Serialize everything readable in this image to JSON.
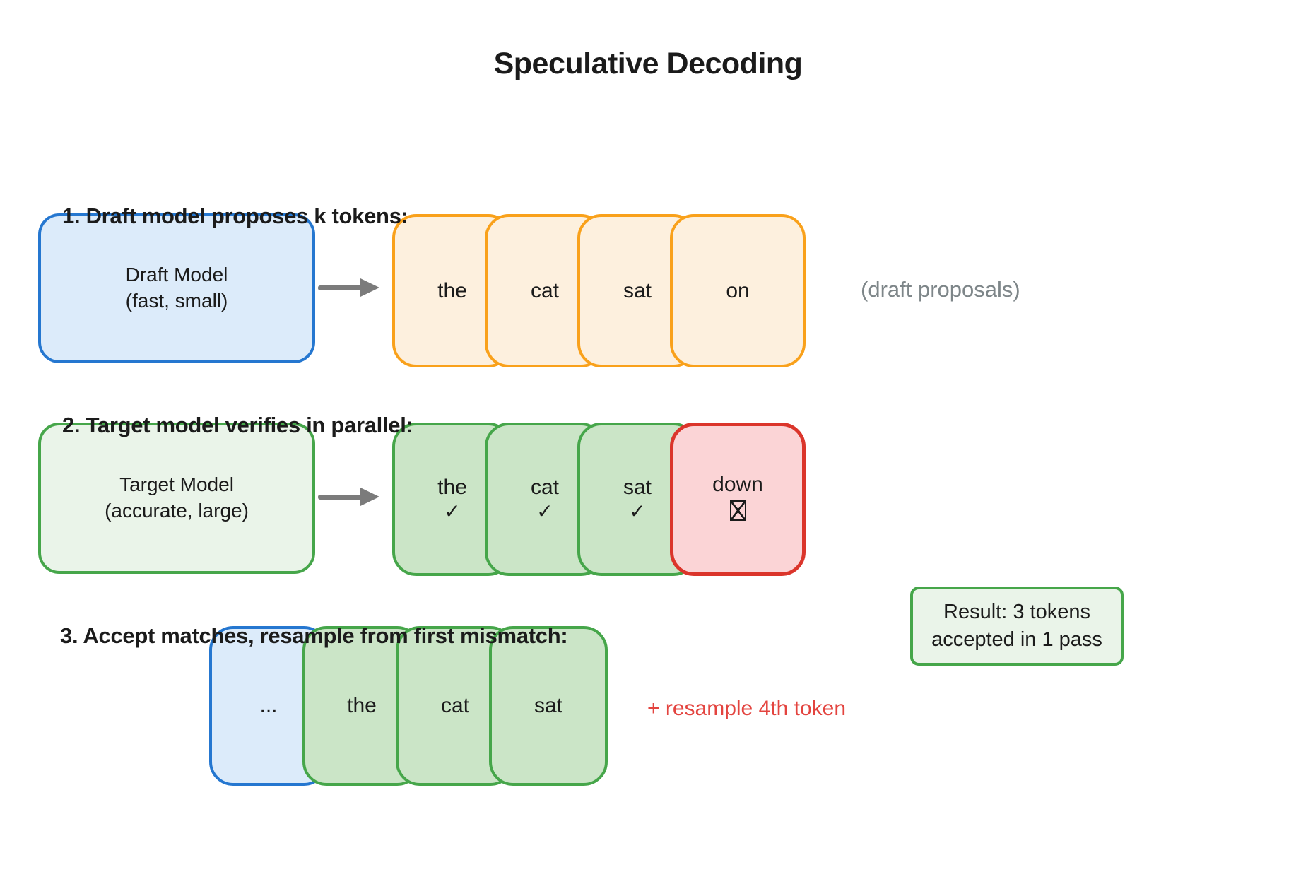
{
  "title": "Speculative Decoding",
  "colors": {
    "ink": "#1B1B1B",
    "blue_border": "#2577D0",
    "blue_fill": "#DCEBFA",
    "orange_border": "#F9A11B",
    "orange_fill": "#FDF0DE",
    "green_border": "#46A64A",
    "green_fill_light": "#EAF4E9",
    "green_fill_token": "#CBE5C7",
    "red_border": "#DB352B",
    "red_fill": "#FBD4D6",
    "arrow_gray": "#7B7B7B",
    "muted_text": "#7E8689",
    "red_text": "#E3443F"
  },
  "sections": [
    {
      "heading": "1. Draft model proposes k tokens:",
      "model_box": {
        "name": "Draft Model",
        "subtitle": "(fast, small)"
      },
      "arrow_icon": "right-arrow",
      "tokens": [
        "the",
        "cat",
        "sat",
        "on"
      ],
      "annotation": "(draft proposals)"
    },
    {
      "heading": "2. Target model verifies in parallel:",
      "model_box": {
        "name": "Target Model",
        "subtitle": "(accurate, large)"
      },
      "arrow_icon": "right-arrow",
      "tokens": [
        {
          "label": "the",
          "mark": "✓",
          "status": "accepted"
        },
        {
          "label": "cat",
          "mark": "✓",
          "status": "accepted"
        },
        {
          "label": "sat",
          "mark": "✓",
          "status": "accepted"
        },
        {
          "label": "down",
          "mark_icon": "ballot-x-icon",
          "status": "rejected"
        }
      ]
    },
    {
      "heading": "3. Accept matches, resample from first mismatch:",
      "tokens": [
        {
          "label": "...",
          "type": "context"
        },
        {
          "label": "the",
          "type": "accepted"
        },
        {
          "label": "cat",
          "type": "accepted"
        },
        {
          "label": "sat",
          "type": "accepted"
        }
      ],
      "note": "+ resample 4th token"
    }
  ],
  "result_box": {
    "line1": "Result: 3 tokens",
    "line2": "accepted in 1 pass"
  }
}
